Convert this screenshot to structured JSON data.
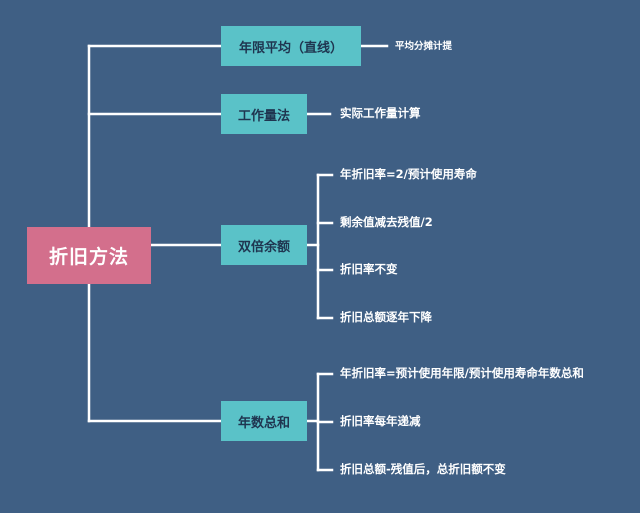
{
  "colors": {
    "background": "#3f5f84",
    "root_fill": "#d36f8c",
    "branch_fill": "#5ac2c8",
    "line": "#ffffff"
  },
  "root": {
    "label": "折旧方法"
  },
  "branches": [
    {
      "label": "年限平均（直线）",
      "items": [
        "平均分摊计提"
      ]
    },
    {
      "label": "工作量法",
      "items": [
        "实际工作量计算"
      ]
    },
    {
      "label": "双倍余额",
      "items": [
        "年折旧率=2/预计使用寿命",
        "剩余值减去残值/2",
        "折旧率不变",
        "折旧总额逐年下降"
      ]
    },
    {
      "label": "年数总和",
      "items": [
        "年折旧率=预计使用年限/预计使用寿命年数总和",
        "折旧率每年递减",
        "折旧总额-残值后，总折旧额不变"
      ]
    }
  ]
}
